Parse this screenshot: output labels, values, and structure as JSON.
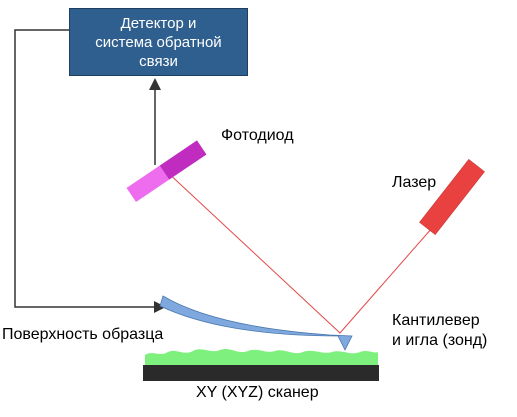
{
  "detector": {
    "lines": [
      "Детектор и",
      "система обратной",
      "связи"
    ]
  },
  "labels": {
    "photodiode": "Фотодиод",
    "laser": "Лазер",
    "surface": "Поверхность образца",
    "cantilever_line1": "Кантилевер",
    "cantilever_line2": "и игла (зонд)",
    "scanner": "XY (XYZ) сканер"
  },
  "colors": {
    "detector_fill": "#2f5f8e",
    "photodiode_upper": "#c02cc0",
    "photodiode_lower": "#ee6cee",
    "laser_body": "#e8413f",
    "beam": "#e24a4a",
    "cantilever": "#7fa9de",
    "sample_surface": "#7ef07e",
    "scanner_base": "#2a2a2a",
    "feedback_line": "#333333"
  }
}
